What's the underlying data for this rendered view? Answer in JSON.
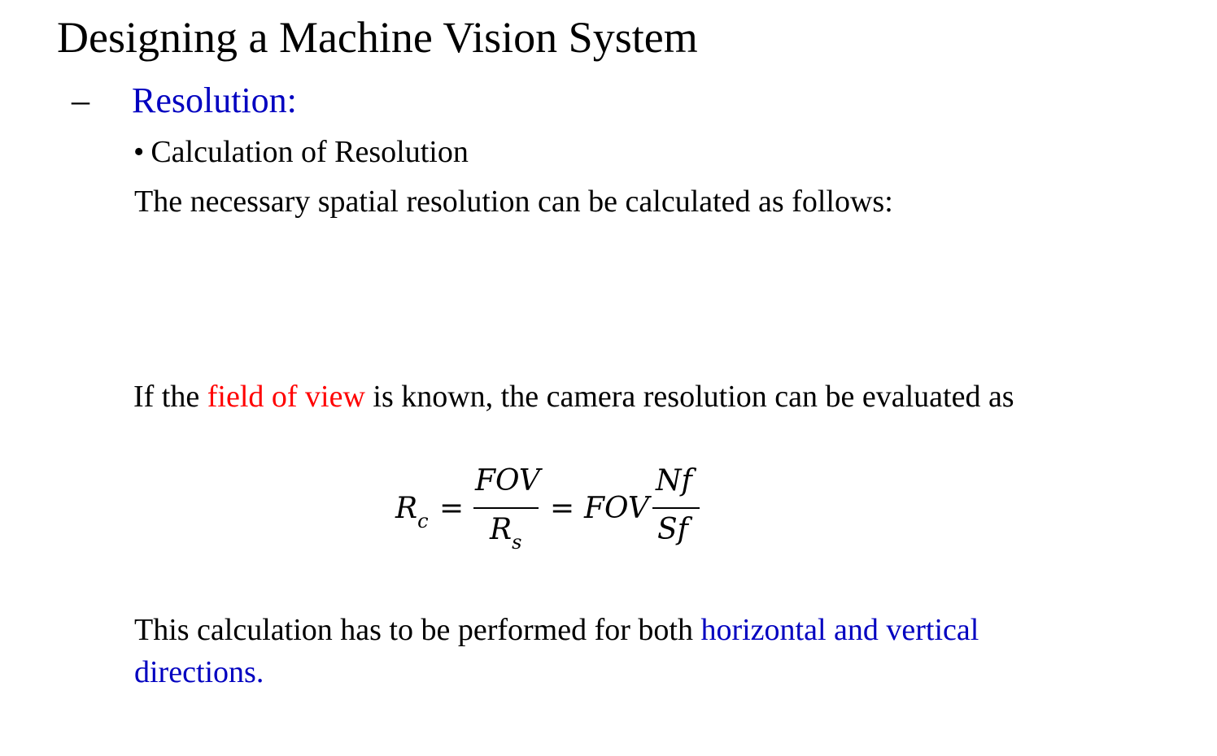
{
  "slide": {
    "title": "Designing a Machine Vision System",
    "section_dash": "–",
    "section_label": "Resolution:",
    "bullet_symbol": "•",
    "bullet_text": "Calculation of Resolution",
    "intro_text": "The necessary spatial resolution can be calculated as follows:",
    "fov_sentence": {
      "before": "If the ",
      "highlight": "field of view",
      "after": " is known, the camera resolution can be evaluated as"
    },
    "equation": {
      "lhs_symbol": "R",
      "lhs_subscript": "c",
      "equals": "=",
      "frac1_numerator": "FOV",
      "frac1_denominator_symbol": "R",
      "frac1_denominator_subscript": "s",
      "equals2": "=",
      "factor": "FOV",
      "frac2_numerator": "Nf",
      "frac2_denominator": "Sf"
    },
    "closing_sentence": {
      "before": "This calculation has to be performed for both ",
      "highlight": "horizontal and vertical directions."
    },
    "colors": {
      "text": "#000000",
      "accent_blue": "#0000c0",
      "accent_red": "#ff0000"
    }
  }
}
